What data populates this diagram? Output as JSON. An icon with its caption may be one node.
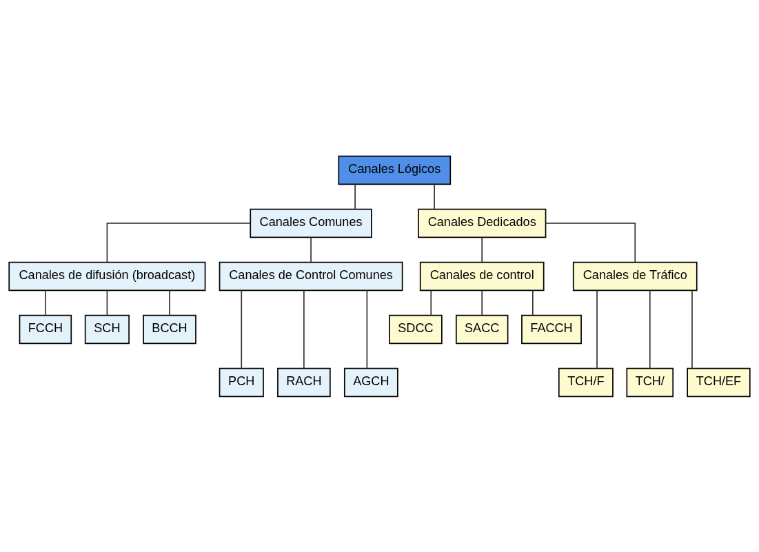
{
  "diagram": {
    "nodes": [
      {
        "text": [
          "Canales Lógicos"
        ]
      },
      {
        "text": [
          "Canales Comunes"
        ]
      },
      {
        "text": [
          "Canales Dedicados"
        ]
      },
      {
        "text": [
          "Canales de difusión (broadcast)"
        ]
      },
      {
        "text": [
          "Canales de Control Comunes"
        ]
      },
      {
        "text": [
          "Canales de control"
        ]
      },
      {
        "text": [
          "Canales de Tráfico"
        ]
      },
      {
        "text": [
          "FCCH"
        ]
      },
      {
        "text": [
          "SCH"
        ]
      },
      {
        "text": [
          "BCCH"
        ]
      },
      {
        "text": [
          "SDCC"
        ]
      },
      {
        "text": [
          "SACC"
        ]
      },
      {
        "text": [
          "FACCH"
        ]
      },
      {
        "text": [
          "PCH"
        ]
      },
      {
        "text": [
          "RACH"
        ]
      },
      {
        "text": [
          "AGCH"
        ]
      },
      {
        "text": [
          "TCH/F"
        ]
      },
      {
        "text": [
          "TCH/"
        ]
      },
      {
        "text": [
          "TCH/EF"
        ]
      }
    ],
    "edges": [
      {
        "from": 0,
        "to": 1,
        "arrow": "none"
      },
      {
        "from": 0,
        "to": 2,
        "arrow": "none"
      },
      {
        "from": 1,
        "to": 3,
        "arrow": "none"
      },
      {
        "from": 1,
        "to": 4,
        "arrow": "none"
      },
      {
        "from": 2,
        "to": 5,
        "arrow": "none"
      },
      {
        "from": 2,
        "to": 6,
        "arrow": "none"
      },
      {
        "from": 3,
        "to": 7,
        "arrow": "none"
      },
      {
        "from": 3,
        "to": 8,
        "arrow": "none"
      },
      {
        "from": 3,
        "to": 9,
        "arrow": "none"
      },
      {
        "from": 5,
        "to": 10,
        "arrow": "none"
      },
      {
        "from": 5,
        "to": 11,
        "arrow": "none"
      },
      {
        "from": 5,
        "to": 12,
        "arrow": "none"
      },
      {
        "from": 4,
        "to": 13,
        "arrow": "none"
      },
      {
        "from": 4,
        "to": 14,
        "arrow": "none"
      },
      {
        "from": 4,
        "to": 15,
        "arrow": "none"
      },
      {
        "from": 6,
        "to": 16,
        "arrow": "none"
      },
      {
        "from": 6,
        "to": 17,
        "arrow": "none"
      },
      {
        "from": 6,
        "to": 18,
        "arrow": "none"
      }
    ]
  }
}
